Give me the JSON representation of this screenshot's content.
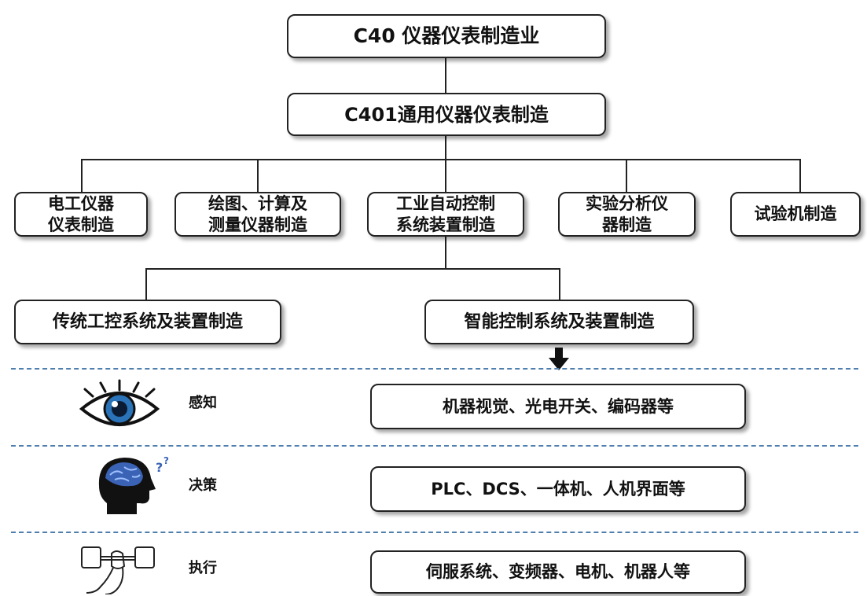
{
  "root": {
    "label": "C40 仪器仪表制造业"
  },
  "level2": {
    "label": "C401通用仪器仪表制造"
  },
  "categories": [
    {
      "line1": "电工仪器",
      "line2": "仪表制造"
    },
    {
      "line1": "绘图、计算及",
      "line2": "测量仪器制造"
    },
    {
      "line1": "工业自动控制",
      "line2": "系统装置制造"
    },
    {
      "line1": "实验分析仪",
      "line2": "器制造"
    },
    {
      "line1": "试验机制造",
      "line2": ""
    }
  ],
  "subcategories": [
    {
      "label": "传统工控系统及装置制造"
    },
    {
      "label": "智能控制系统及装置制造"
    }
  ],
  "layers": [
    {
      "name": "感知",
      "icon": "eye-icon",
      "content": "机器视觉、光电开关、编码器等"
    },
    {
      "name": "决策",
      "icon": "brain-head-icon",
      "content": "PLC、DCS、一体机、人机界面等"
    },
    {
      "name": "执行",
      "icon": "robot-arm-icon",
      "content": "伺服系统、变频器、电机、机器人等"
    }
  ],
  "colors": {
    "line": "#222222",
    "dash": "#4f7fae",
    "eye_iris": "#2a73b8",
    "brain": "#3b63b5"
  }
}
